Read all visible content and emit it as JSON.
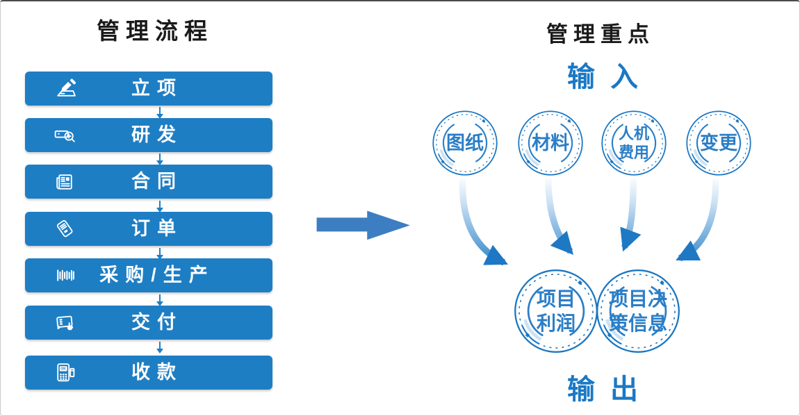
{
  "left": {
    "title": "管理流程",
    "steps": [
      {
        "label": "立项",
        "icon": "signature-icon"
      },
      {
        "label": "研发",
        "icon": "search-icon"
      },
      {
        "label": "合同",
        "icon": "contract-document-icon"
      },
      {
        "label": "订单",
        "icon": "order-note-icon"
      },
      {
        "label": "采购/生产",
        "icon": "barcode-icon"
      },
      {
        "label": "交付",
        "icon": "tablet-delivery-icon"
      },
      {
        "label": "收款",
        "icon": "pos-terminal-icon",
        "icon_text": "OK"
      }
    ]
  },
  "right": {
    "title": "管理重点",
    "input_label": "输入",
    "output_label": "输出",
    "inputs": [
      {
        "lines": [
          "图纸"
        ]
      },
      {
        "lines": [
          "材料"
        ]
      },
      {
        "lines": [
          "人机",
          "费用"
        ]
      },
      {
        "lines": [
          "变更"
        ]
      }
    ],
    "outputs": [
      {
        "lines": [
          "项目",
          "利润"
        ]
      },
      {
        "lines": [
          "项目决",
          "策信息"
        ]
      }
    ]
  },
  "colors": {
    "bar_blue": "#1e7ec4",
    "ring_blue": "#1c77c2",
    "circle_text_blue": "#2b7ec6",
    "io_text_blue": "#1b78c4",
    "big_arrow_blue": "#3d7ec2",
    "title_black": "#1a1a1a"
  }
}
